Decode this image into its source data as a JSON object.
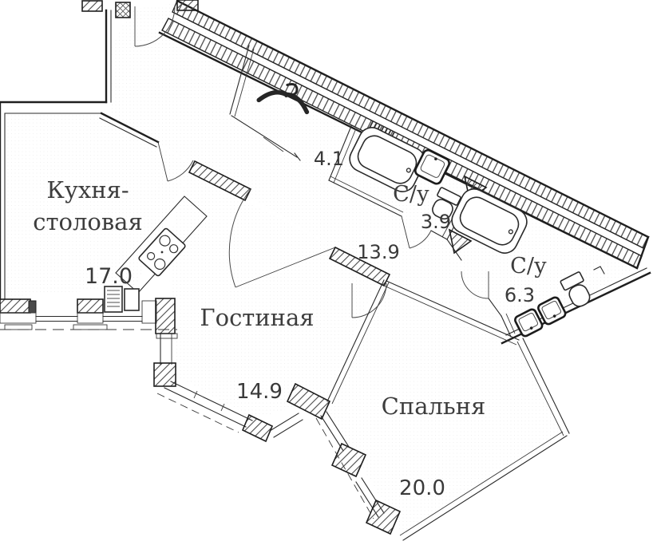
{
  "meta": {
    "type": "apartment-floor-plan",
    "language": "ru"
  },
  "colors": {
    "ink": "#3d3d3d",
    "wall": "#1f1f1f",
    "background": "#ffffff"
  },
  "rooms": {
    "kitchen": {
      "label_line1": "Кухня-",
      "label_line2": "столовая",
      "area": "17.0"
    },
    "living": {
      "label": "Гостиная",
      "area": "14.9"
    },
    "bedroom": {
      "label": "Спальня",
      "area": "20.0"
    },
    "bathroom_small": {
      "label": "С/у",
      "area": "3.9"
    },
    "bathroom_large": {
      "label": "С/у",
      "area": "6.3"
    },
    "hallway": {
      "area": "4.1"
    },
    "corridor": {
      "area": "13.9"
    }
  },
  "fixtures": {
    "bathtubs": 2,
    "sinks": 3,
    "toilets": 2,
    "stove": 1,
    "icons": [
      "hanger-icon",
      "bathtub-icon",
      "sink-icon",
      "toilet-icon",
      "stove-icon",
      "radiator-icon",
      "door-arc",
      "window-band",
      "hatched-wall"
    ]
  }
}
